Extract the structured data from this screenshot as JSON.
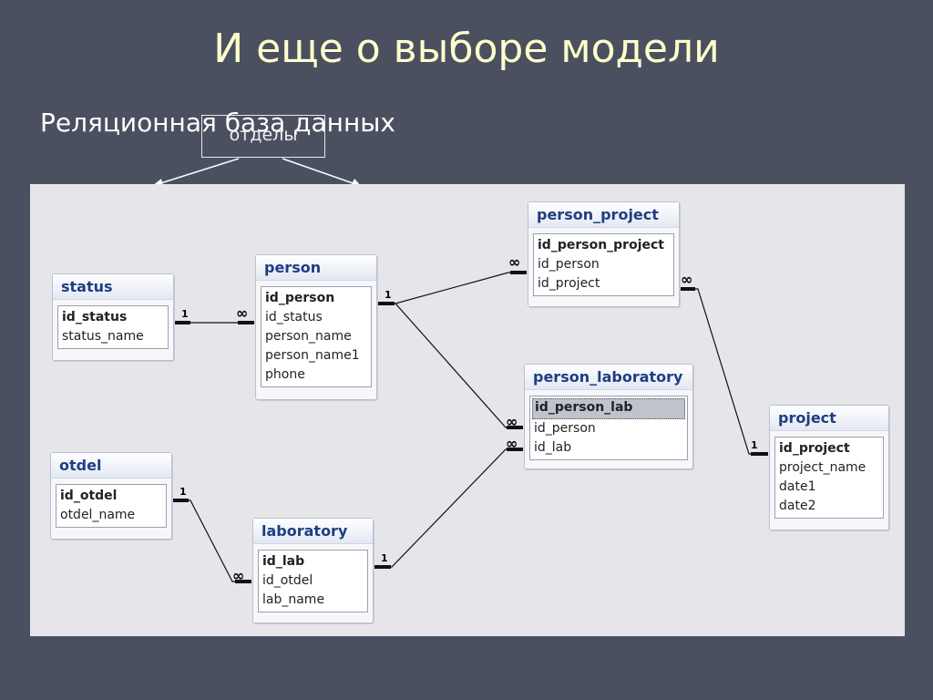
{
  "slide": {
    "title": "И еще о выборе модели",
    "subtitle": "Реляционная база данных",
    "callout": "отделы"
  },
  "entities": {
    "status": {
      "name": "status",
      "fields": [
        "id_status",
        "status_name"
      ]
    },
    "person": {
      "name": "person",
      "fields": [
        "id_person",
        "id_status",
        "person_name",
        "person_name1",
        "phone"
      ]
    },
    "person_project": {
      "name": "person_project",
      "fields": [
        "id_person_project",
        "id_person",
        "id_project"
      ]
    },
    "person_laboratory": {
      "name": "person_laboratory",
      "fields": [
        "id_person_lab",
        "id_person",
        "id_lab"
      ]
    },
    "project": {
      "name": "project",
      "fields": [
        "id_project",
        "project_name",
        "date1",
        "date2"
      ]
    },
    "otdel": {
      "name": "otdel",
      "fields": [
        "id_otdel",
        "otdel_name"
      ]
    },
    "laboratory": {
      "name": "laboratory",
      "fields": [
        "id_lab",
        "id_otdel",
        "lab_name"
      ]
    }
  },
  "relationships": [
    {
      "from": "status",
      "to": "person",
      "from_card": "1",
      "to_card": "∞"
    },
    {
      "from": "person",
      "to": "person_project",
      "from_card": "1",
      "to_card": "∞"
    },
    {
      "from": "person",
      "to": "person_laboratory",
      "from_card": "1",
      "to_card": "∞"
    },
    {
      "from": "project",
      "to": "person_project",
      "from_card": "1",
      "to_card": "∞"
    },
    {
      "from": "otdel",
      "to": "laboratory",
      "from_card": "1",
      "to_card": "∞"
    },
    {
      "from": "laboratory",
      "to": "person_laboratory",
      "from_card": "1",
      "to_card": "∞"
    }
  ]
}
